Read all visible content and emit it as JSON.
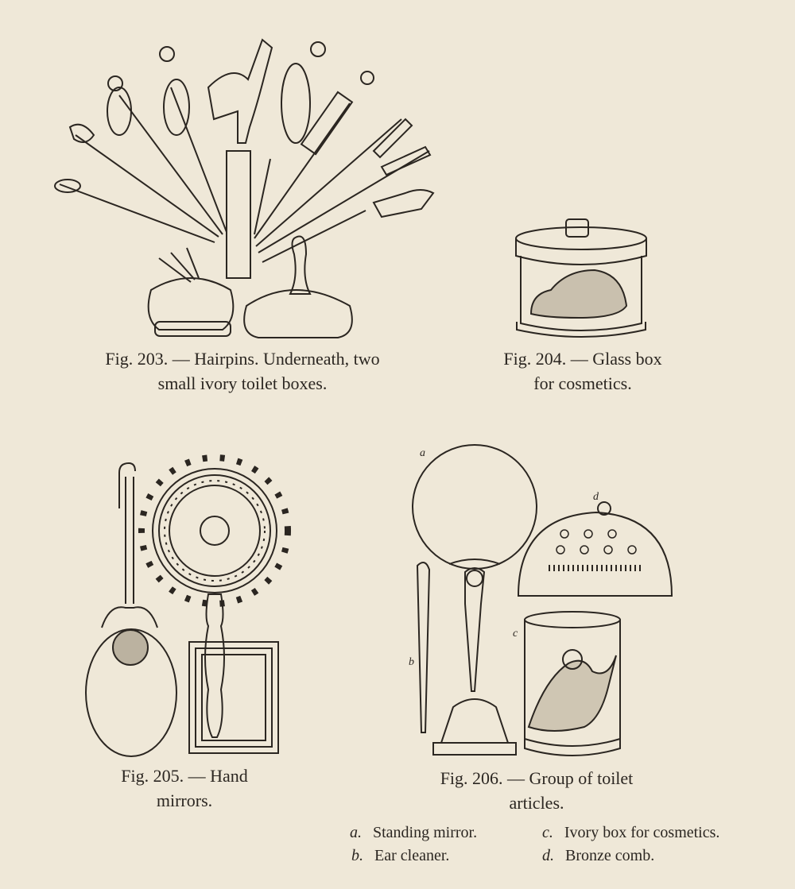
{
  "figures": {
    "fig203": {
      "line1": "Fig. 203. — Hairpins.   Underneath, two",
      "line2": "small ivory toilet boxes."
    },
    "fig204": {
      "line1": "Fig. 204. — Glass box",
      "line2": "for  cosmetics."
    },
    "fig205": {
      "line1": "Fig. 205. — Hand",
      "line2": "mirrors."
    },
    "fig206": {
      "line1": "Fig. 206. — Group of toilet",
      "line2": "articles.",
      "labels": {
        "a": "a",
        "b": "b",
        "c": "c",
        "d": "d"
      },
      "legend": [
        {
          "key": "a.",
          "text": "Standing mirror."
        },
        {
          "key": "b.",
          "text": "Ear cleaner."
        },
        {
          "key": "c.",
          "text": "Ivory box for cosmetics."
        },
        {
          "key": "d.",
          "text": "Bronze comb."
        }
      ]
    }
  }
}
